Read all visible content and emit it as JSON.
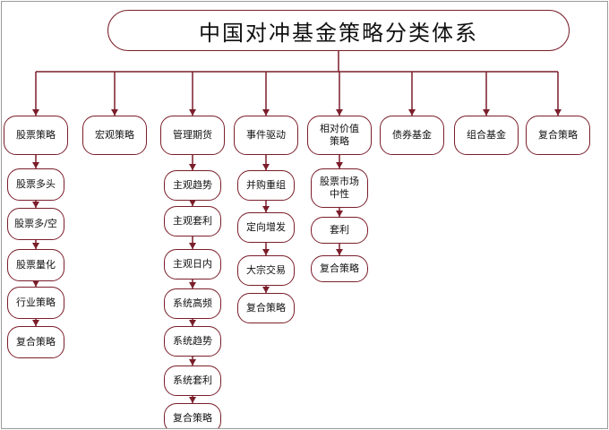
{
  "title": "中国对冲基金策略分类体系",
  "colors": {
    "line": "#7a1e2a",
    "border": "#7a1e2a"
  },
  "categories": [
    {
      "label": "股票策略",
      "children": [
        "股票多头",
        "股票多/空",
        "股票量化",
        "行业策略",
        "复合策略"
      ]
    },
    {
      "label": "宏观策略",
      "children": []
    },
    {
      "label": "管理期货",
      "children": [
        "主观趋势",
        "主观套利",
        "主观日内",
        "系统高频",
        "系统趋势",
        "系统套利",
        "复合策略"
      ]
    },
    {
      "label": "事件驱动",
      "children": [
        "并购重组",
        "定向增发",
        "大宗交易",
        "复合策略"
      ]
    },
    {
      "label": "相对价值\n策略",
      "children": [
        "股票市场\n中性",
        "套利",
        "复合策略"
      ]
    },
    {
      "label": "债券基金",
      "children": []
    },
    {
      "label": "组合基金",
      "children": []
    },
    {
      "label": "复合策略",
      "children": []
    }
  ]
}
